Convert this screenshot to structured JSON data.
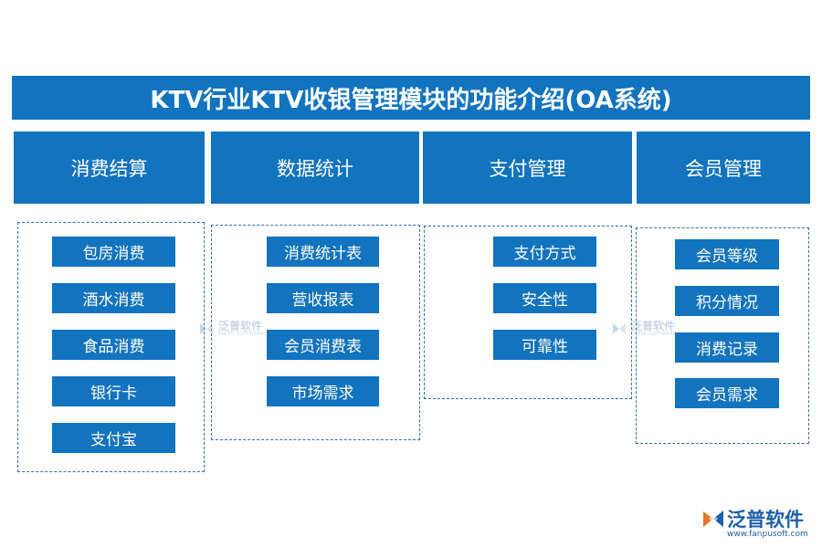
{
  "title": "KTV行业KTV收银管理模块的功能介绍(OA系统)",
  "columns": [
    {
      "label": "消费结算",
      "items": [
        "包房消费",
        "酒水消费",
        "食品消费",
        "银行卡",
        "支付宝"
      ]
    },
    {
      "label": "数据统计",
      "items": [
        "消费统计表",
        "营收报表",
        "会员消费表",
        "市场需求"
      ]
    },
    {
      "label": "支付管理",
      "items": [
        "支付方式",
        "安全性",
        "可靠性"
      ]
    },
    {
      "label": "会员管理",
      "items": [
        "会员等级",
        "积分情况",
        "消费记录",
        "会员需求"
      ]
    }
  ],
  "watermark": {
    "name": "泛普软件",
    "sub": "FANPU SOFTWARE"
  },
  "brand": {
    "name": "泛普软件",
    "url": "www.fanpusoft.com"
  },
  "colors": {
    "primary": "#1273be",
    "border": "#2d6fb5",
    "text": "#ffffff"
  }
}
